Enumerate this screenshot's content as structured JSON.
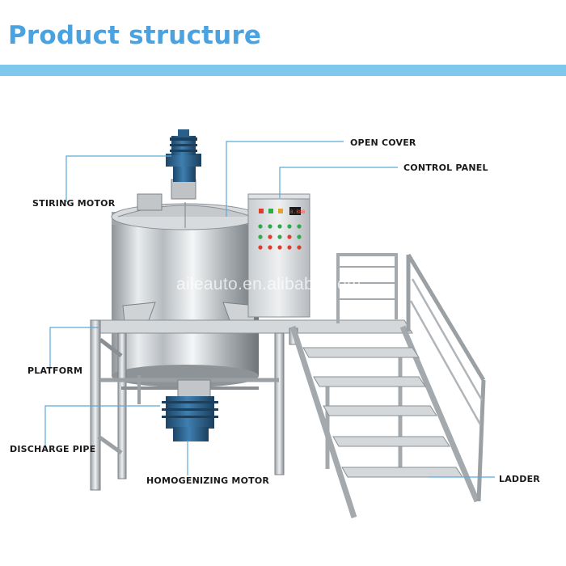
{
  "title": "Product structure",
  "watermark": "aileauto.en.alibaba.com",
  "labels": {
    "open_cover": "OPEN COVER",
    "control_panel": "CONTROL PANEL",
    "stiring_motor": "STIRING MOTOR",
    "platform": "PLATFORM",
    "discharge_pipe": "DISCHARGE PIPE",
    "homogenizing_motor": "HOMOGENIZING MOTOR",
    "ladder": "LADDER"
  },
  "panel_text": "8.888",
  "colors": {
    "title": "#4aa3e0",
    "bar": "#7ec8ee",
    "leader": "#5aa9dc",
    "motor": "#2a5f8a"
  }
}
